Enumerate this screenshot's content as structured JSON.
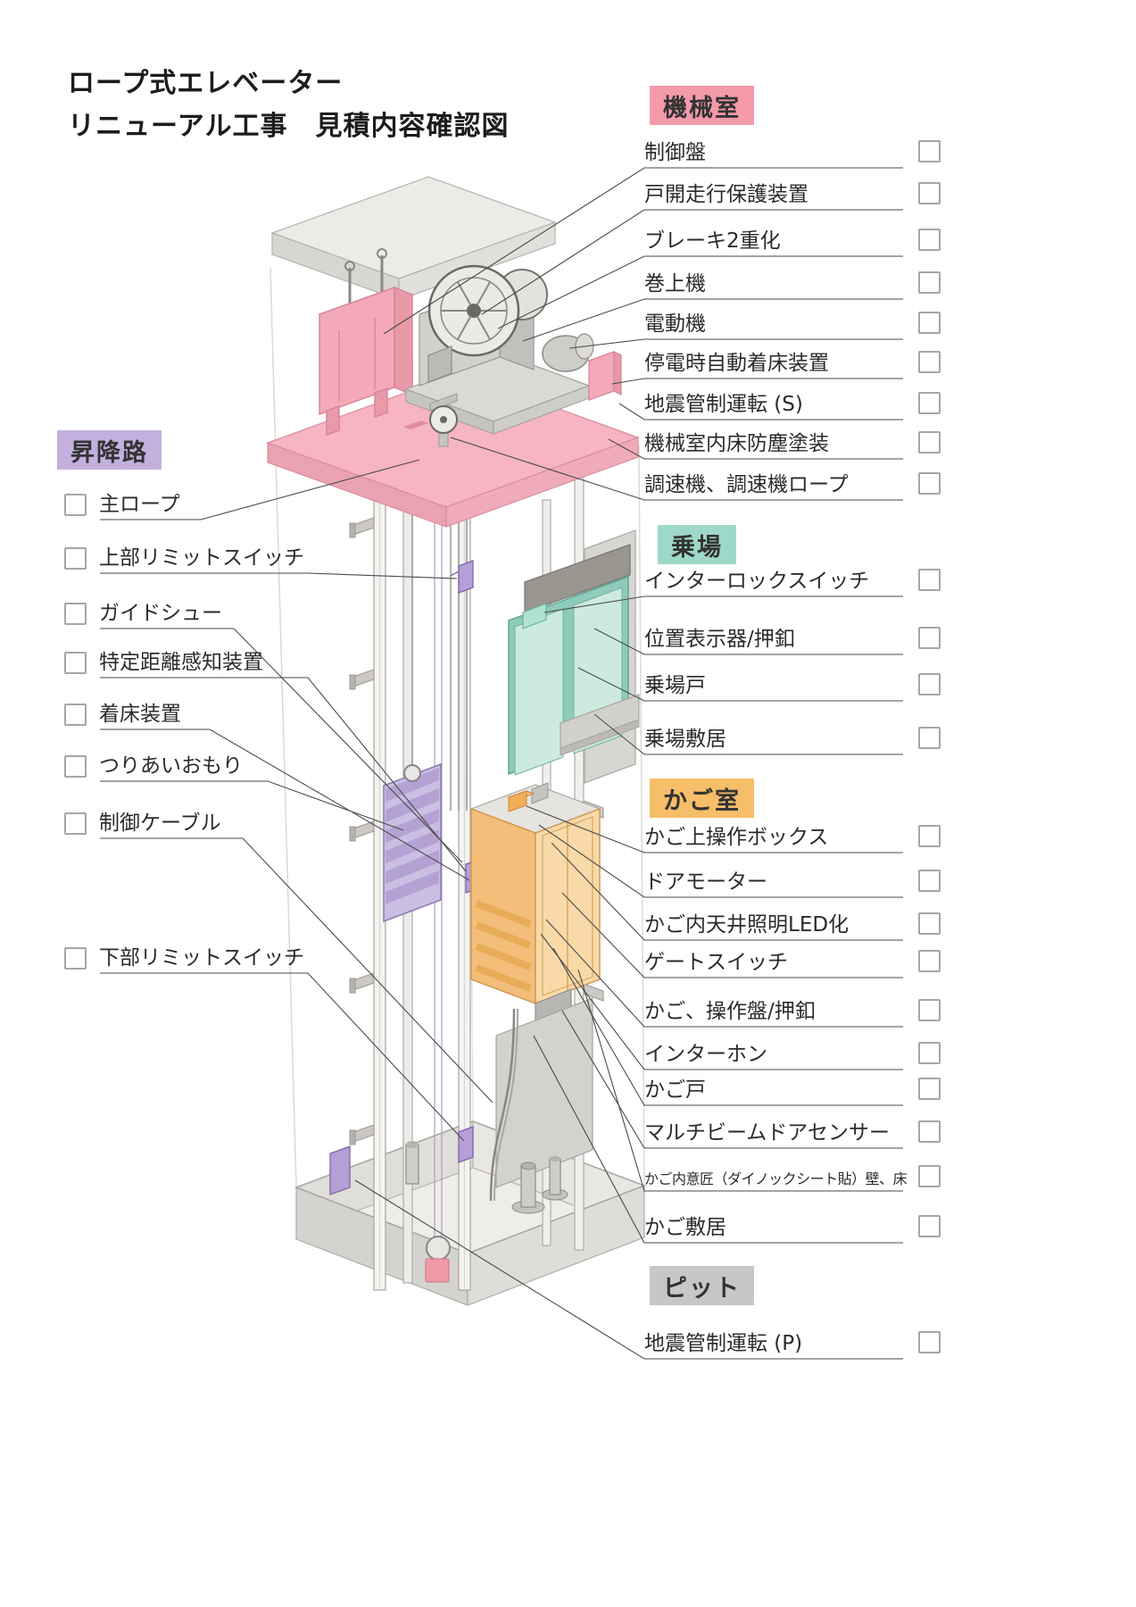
{
  "title": {
    "line1": "ロープ式エレベーター",
    "line2": "リニューアル工事　見積内容確認図"
  },
  "checkbox_state_all": "unchecked",
  "sections": {
    "machine_room": {
      "label": "機械室",
      "accent_color": "#f59aab",
      "items": [
        "制御盤",
        "戸開走行保護装置",
        "ブレーキ2重化",
        "巻上機",
        "電動機",
        "停電時自動着床装置",
        "地震管制運転 (S)",
        "機械室内床防塵塗装",
        "調速機、調速機ロープ"
      ]
    },
    "hoistway": {
      "label": "昇降路",
      "accent_color": "#c3b0de",
      "items": [
        "主ロープ",
        "上部リミットスイッチ",
        "ガイドシュー",
        "特定距離感知装置",
        "着床装置",
        "つりあいおもり",
        "制御ケーブル",
        "下部リミットスイッチ"
      ]
    },
    "landing": {
      "label": "乗場",
      "accent_color": "#9ed8c8",
      "items": [
        "インターロックスイッチ",
        "位置表示器/押釦",
        "乗場戸",
        "乗場敷居"
      ]
    },
    "car": {
      "label": "かご室",
      "accent_color": "#f6be69",
      "items": [
        "かご上操作ボックス",
        "ドアモーター",
        "かご内天井照明LED化",
        "ゲートスイッチ",
        "かご、操作盤/押釦",
        "インターホン",
        "かご戸",
        "マルチビームドアセンサー",
        "かご内意匠（ダイノックシート貼）壁、床",
        "かご敷居"
      ]
    },
    "pit": {
      "label": "ピット",
      "accent_color": "#c7c7c7",
      "items": [
        "地震管制運転 (P)"
      ]
    }
  }
}
